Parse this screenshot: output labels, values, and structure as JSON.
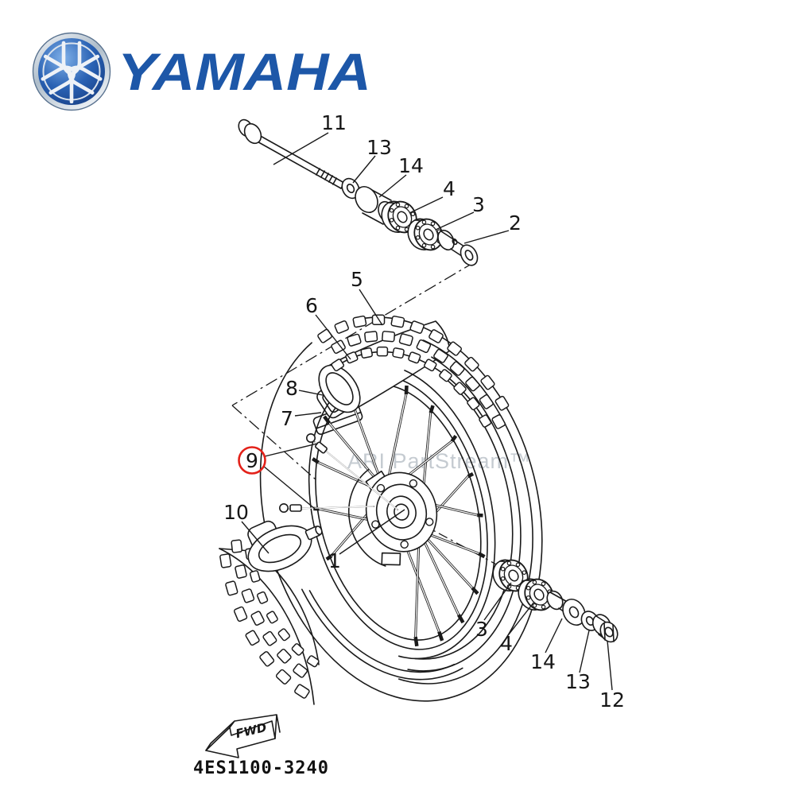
{
  "brand": {
    "wordmark": "YAMAHA",
    "emblem": "yamaha-tuning-forks"
  },
  "watermark": {
    "text": "ARI PartStream™",
    "color": "#c5cbd1"
  },
  "drawing": {
    "code": "4ES1100-3240",
    "fwd_label": "FWD"
  },
  "colors": {
    "wordmark_blue": "#1d57a8",
    "callout_highlight": "#e32119",
    "line": "#1a1a1a"
  },
  "callouts": [
    {
      "label": "11"
    },
    {
      "label": "13"
    },
    {
      "label": "14"
    },
    {
      "label": "4"
    },
    {
      "label": "3"
    },
    {
      "label": "2"
    },
    {
      "label": "5"
    },
    {
      "label": "6"
    },
    {
      "label": "8"
    },
    {
      "label": "7"
    },
    {
      "label": "9",
      "highlighted": true
    },
    {
      "label": "10"
    },
    {
      "label": "1"
    },
    {
      "label": "3"
    },
    {
      "label": "4"
    },
    {
      "label": "14"
    },
    {
      "label": "13"
    },
    {
      "label": "12"
    }
  ]
}
